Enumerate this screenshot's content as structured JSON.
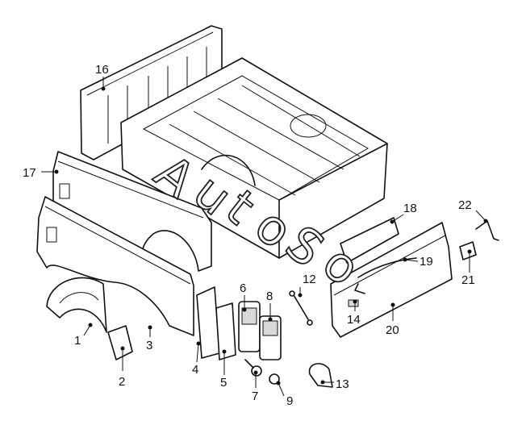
{
  "watermark": {
    "letters": [
      "A",
      "u",
      "t",
      "o",
      "S",
      "o"
    ]
  },
  "callouts": [
    "1",
    "2",
    "3",
    "4",
    "5",
    "6",
    "7",
    "8",
    "9",
    "12",
    "13",
    "14",
    "16",
    "17",
    "18",
    "19",
    "20",
    "21",
    "22"
  ]
}
